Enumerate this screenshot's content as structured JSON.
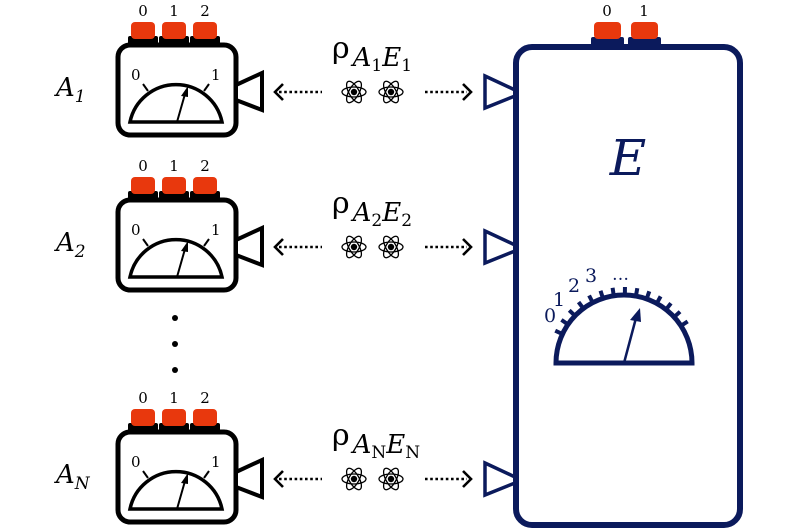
{
  "colors": {
    "agent": "#000000",
    "environment": "#0b1a5c",
    "button": "#e8380d"
  },
  "agents": [
    {
      "name": "A",
      "subscript": "1",
      "buttons": [
        "0",
        "1",
        "2"
      ],
      "dial_labels": [
        "0",
        "1"
      ],
      "state_label": {
        "rho": "ρ",
        "a": "A",
        "a_sub": "1",
        "e": "E",
        "e_sub": "1"
      }
    },
    {
      "name": "A",
      "subscript": "2",
      "buttons": [
        "0",
        "1",
        "2"
      ],
      "dial_labels": [
        "0",
        "1"
      ],
      "state_label": {
        "rho": "ρ",
        "a": "A",
        "a_sub": "2",
        "e": "E",
        "e_sub": "2"
      }
    },
    {
      "name": "A",
      "subscript": "N",
      "buttons": [
        "0",
        "1",
        "2"
      ],
      "dial_labels": [
        "0",
        "1"
      ],
      "state_label": {
        "rho": "ρ",
        "a": "A",
        "a_sub": "N",
        "e": "E",
        "e_sub": "N"
      }
    }
  ],
  "ellipsis": "⋮",
  "environment": {
    "name": "E",
    "buttons": [
      "0",
      "1"
    ],
    "dial_labels": [
      "0",
      "1",
      "2",
      "3",
      "…"
    ]
  },
  "icons": {
    "atom": "atom-icon",
    "arrow_left": "arrow-left-icon",
    "arrow_right": "arrow-right-icon"
  }
}
